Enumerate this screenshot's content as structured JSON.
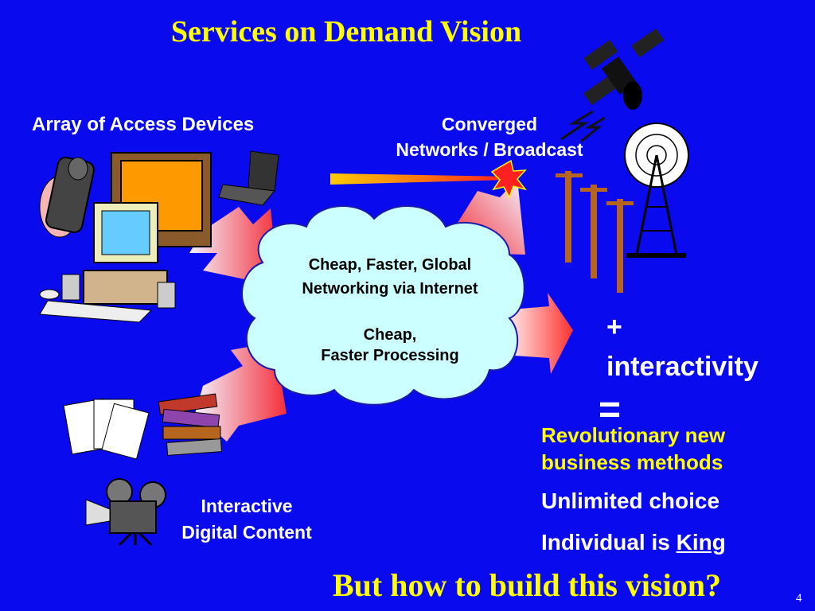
{
  "slide": {
    "title": "Services on Demand Vision",
    "page_number": "4"
  },
  "labels": {
    "access_devices": "Array of Access Devices",
    "networks_line1": "Converged",
    "networks_line2": "Networks / Broadcast",
    "cloud_line1": "Cheap, Faster, Global",
    "cloud_line2": "Networking via Internet",
    "cloud_line3": "Cheap,",
    "cloud_line4": "Faster Processing",
    "plus": "+",
    "interactivity": "interactivity",
    "equals": "=",
    "revolutionary_line1": "Revolutionary new",
    "revolutionary_line2": "business methods",
    "unlimited_choice": "Unlimited choice",
    "individual_prefix": "Individual is ",
    "king": "King",
    "content_line1": "Interactive",
    "content_line2": "Digital Content",
    "bottom_question": "But how to build this vision?"
  },
  "colors": {
    "background": "#0a0aee",
    "accent_yellow": "#ffff00",
    "cloud_fill": "#ccffff",
    "arrow_fill": "#ff6b6b"
  }
}
